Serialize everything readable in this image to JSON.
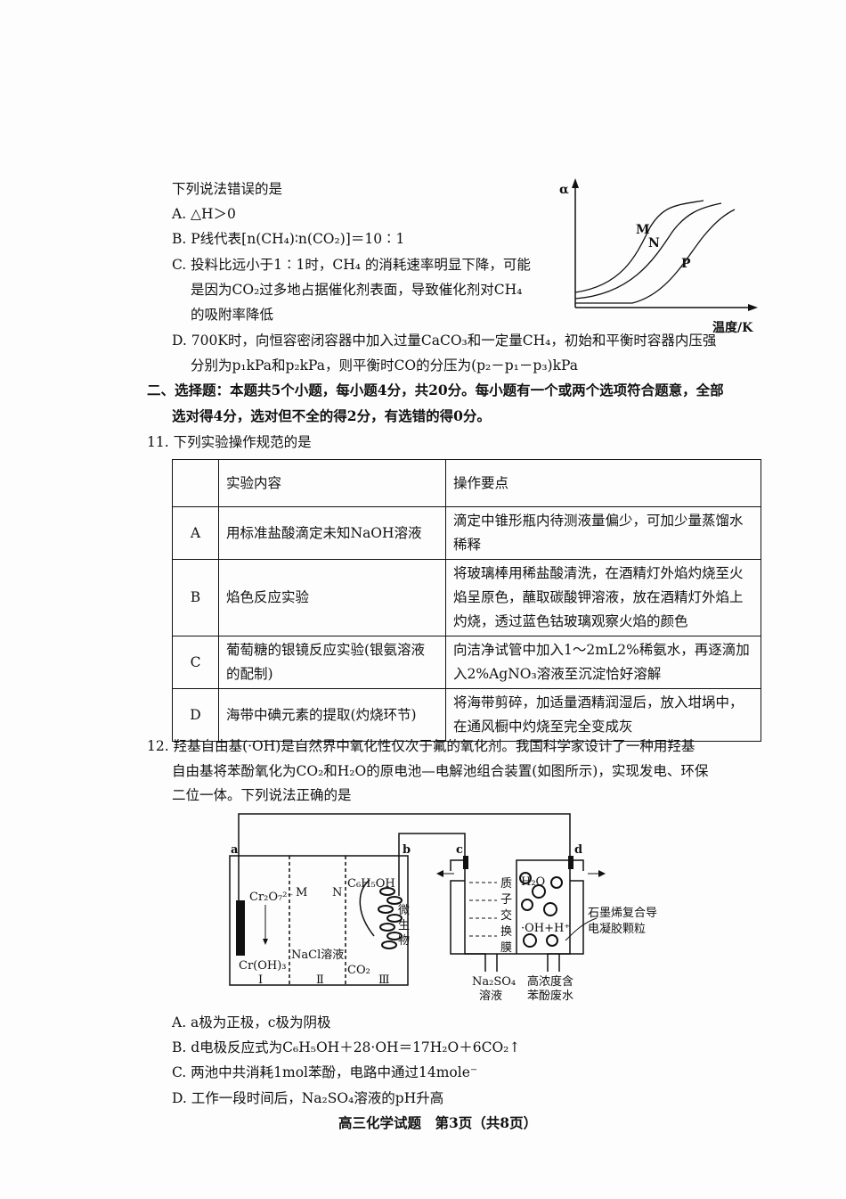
{
  "q10": {
    "stem": "下列说法错误的是",
    "options": [
      "A. △H＞0",
      "B. P线代表[n(CH₄)∶n(CO₂)]＝10∶1",
      "C. 投料比远小于1∶1时，CH₄ 的消耗速率明显下降，可能",
      "是因为CO₂过多地占据催化剂表面，导致催化剂对CH₄",
      "的吸附率降低",
      "D. 700K时，向恒容密闭容器中加入过量CaCO₃和一定量CH₄，初始和平衡时容器内压强",
      "分别为p₁kPa和p₂kPa，则平衡时CO的分压为(p₂－p₁－p₃)kPa"
    ],
    "graph": {
      "ylabel": "α",
      "xlabel": "温度/K",
      "curves": [
        "M",
        "N",
        "P"
      ]
    }
  },
  "section2": [
    "二、选择题：本题共5个小题，每小题4分，共20分。每小题有一个或两个选项符合题意，全部",
    "选对得4分，选对但不全的得2分，有选错的得0分。"
  ],
  "q11": {
    "stem": "11. 下列实验操作规范的是",
    "headers": [
      "",
      "实验内容",
      "操作要点"
    ],
    "rows": [
      [
        "A",
        "用标准盐酸滴定未知NaOH溶液",
        "滴定中锥形瓶内待测液量偏少，可加少量蒸馏水稀释"
      ],
      [
        "B",
        "焰色反应实验",
        "将玻璃棒用稀盐酸清洗，在酒精灯外焰灼烧至火焰呈原色，蘸取碳酸钾溶液，放在酒精灯外焰上灼烧，透过蓝色钴玻璃观察火焰的颜色"
      ],
      [
        "C",
        "葡萄糖的银镜反应实验(银氨溶液的配制)",
        "向洁净试管中加入1～2mL2%稀氨水，再逐滴加入2%AgNO₃溶液至沉淀恰好溶解"
      ],
      [
        "D",
        "海带中碘元素的提取(灼烧环节)",
        "将海带剪碎，加适量酒精润湿后，放入坩埚中，在通风橱中灼烧至完全变成灰"
      ]
    ]
  },
  "q12": {
    "stem": [
      "12. 羟基自由基(·OH)是自然界中氧化性仅次于氟的氧化剂。我国科学家设计了一种用羟基",
      "自由基将苯酚氧化为CO₂和H₂O的原电池—电解池组合装置(如图所示)，实现发电、环保",
      "二位一体。下列说法正确的是"
    ],
    "diagram": {
      "a": "a",
      "b": "b",
      "c": "c",
      "d": "d",
      "cr2o7": "Cr₂O₇²⁻",
      "croh3": "Cr(OH)₃",
      "M": "M",
      "N": "N",
      "phenol": "C₆H₅OH",
      "co2": "CO₂",
      "nacl": "NaCl溶液",
      "microbe": [
        "微",
        "生",
        "物"
      ],
      "I": "Ⅰ",
      "II": "Ⅱ",
      "III": "Ⅲ",
      "membrane": [
        "质",
        "子",
        "交",
        "换",
        "膜"
      ],
      "h2o": "H₂O",
      "oh": "·OH+H⁺",
      "graphene": [
        "石墨烯复合导",
        "电凝胶颗粒"
      ],
      "na2so4": [
        "Na₂SO₄",
        "溶液"
      ],
      "waste": [
        "高浓度含",
        "苯酚废水"
      ]
    },
    "options": [
      "A. a极为正极，c极为阴极",
      "B. d电极反应式为C₆H₅OH＋28·OH＝17H₂O＋6CO₂↑",
      "C. 两池中共消耗1mol苯酚，电路中通过14mole⁻",
      "D. 工作一段时间后，Na₂SO₄溶液的pH升高"
    ]
  },
  "footer": "高三化学试题　第3页（共8页）"
}
